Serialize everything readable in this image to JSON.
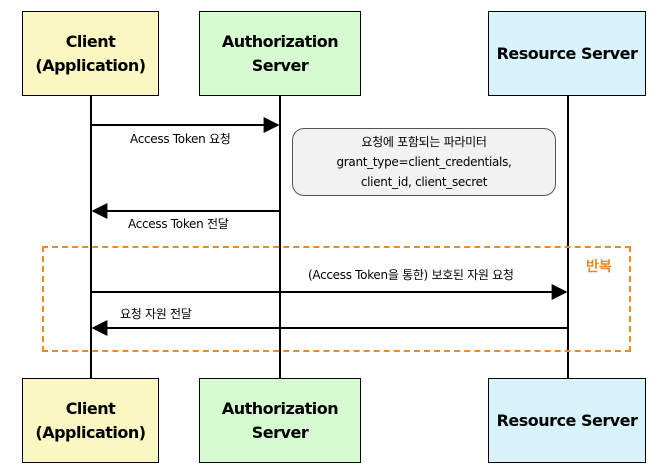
{
  "participants": {
    "client": {
      "line1": "Client",
      "line2": "(Application)"
    },
    "auth": {
      "name": "Authorization Server"
    },
    "resource": {
      "name": "Resource Server"
    }
  },
  "messages": {
    "token_request": "Access Token 요청",
    "token_delivery": "Access Token 전달",
    "resource_request": "(Access Token을 통한) 보호된 자원 요청",
    "resource_delivery": "요청 자원 전달"
  },
  "note": {
    "title": "요청에 포함되는 파라미터",
    "line2": "grant_type=client_credentials,",
    "line3": "client_id, client_secret"
  },
  "loop": {
    "label": "반복"
  },
  "colors": {
    "client_fill": "#fbf7c3",
    "auth_fill": "#d6fbd1",
    "resource_fill": "#d8f3fb",
    "loop_border": "#f0891f"
  }
}
